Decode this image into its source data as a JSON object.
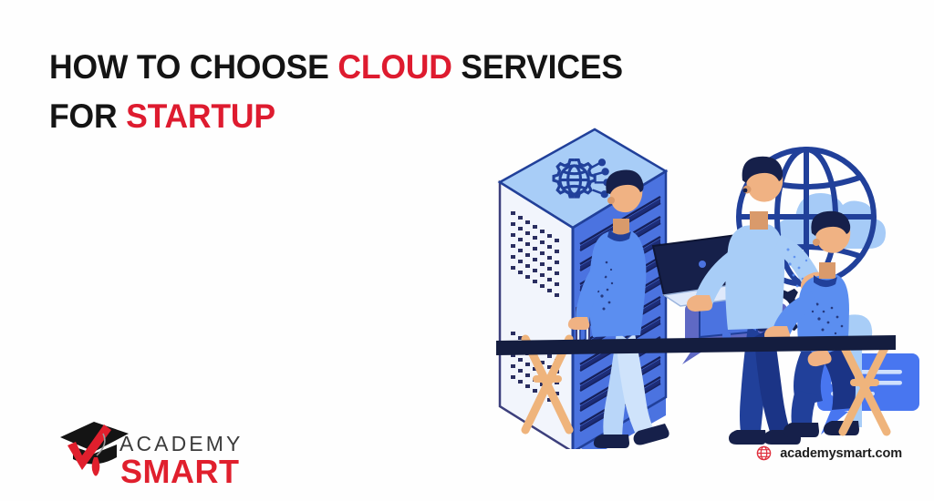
{
  "banner": {
    "background_color": "#fefefe",
    "headline": {
      "line1_part1": "HOW TO CHOOSE ",
      "line1_highlight": "CLOUD",
      "line1_part2": " SERVICES",
      "line2_part1": "FOR ",
      "line2_highlight": "STARTUP",
      "text_color": "#141414",
      "highlight_color": "#de1b2f"
    },
    "logo": {
      "icon_name": "graduation-cap-checkmark-logo",
      "word_top": "ACADEMY",
      "word_bottom": "SMART",
      "cap_color": "#141414",
      "check_color": "#e01f2d",
      "word_top_color": "#3b3b3b"
    },
    "website": {
      "icon_name": "globe-icon",
      "icon_color": "#e0313f",
      "url": "academysmart.com"
    },
    "illustration": {
      "name": "cloud-services-team-illustration",
      "alt": "Isometric server rack with gear-globe-circuit icon, team of three people at a trestle desk with laptop and monitor, globe, cloud, code gear and chat bubbles",
      "elements": [
        "server-rack",
        "server-rack-gear-globe-icon",
        "globe-wireframe",
        "cloud-shape",
        "code-gear-icon",
        "dots-speech-bubble",
        "text-speech-bubble",
        "person-left-leaning",
        "person-center-standing",
        "person-right-seated",
        "laptop",
        "monitor",
        "trestle-desk",
        "chair"
      ],
      "palette": {
        "navy": "#1c2b6b",
        "deep_blue": "#21409a",
        "bright_blue": "#4876f0",
        "mid_blue": "#5b8ef0",
        "light_blue": "#a8cdf7",
        "pale_blue": "#dbe8fb",
        "periwinkle": "#5f69c4",
        "wood": "#efb47c",
        "skin": "#f0b283",
        "dark_navy": "#141d3f"
      }
    }
  }
}
